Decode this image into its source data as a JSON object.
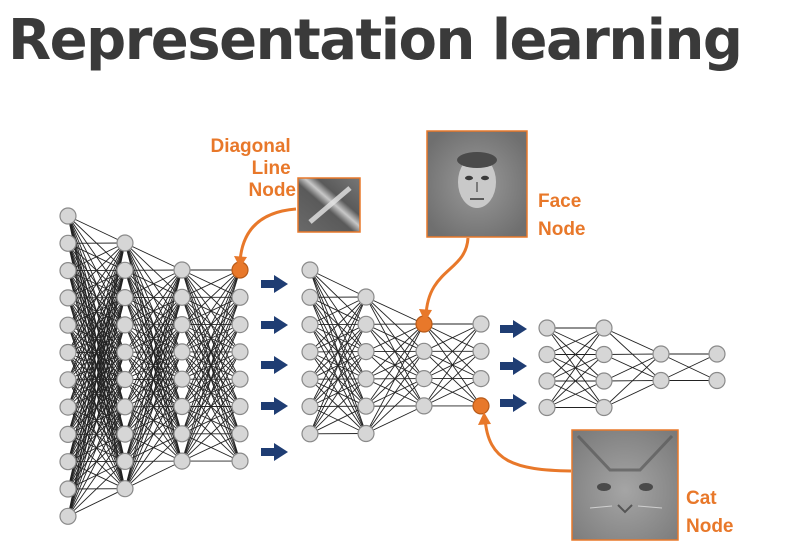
{
  "title": "Representation learning",
  "labels": {
    "diagonal": [
      "Diagonal",
      "Line",
      "Node"
    ],
    "face": [
      "Face",
      "Node"
    ],
    "cat": [
      "Cat",
      "Node"
    ]
  },
  "colors": {
    "title": "#3a3a3a",
    "accent": "#e8782a",
    "node_fill": "#d6d6d6",
    "node_stroke": "#8a8a8a",
    "edge": "#222222",
    "arrow": "#1f3d73",
    "label": "#e8782a"
  },
  "icons": {
    "diagonal_thumb": "diagonal-line-feature-image",
    "face_thumb": "face-feature-image",
    "cat_thumb": "cat-feature-image",
    "arrows": "navy-right-arrow-icon"
  }
}
